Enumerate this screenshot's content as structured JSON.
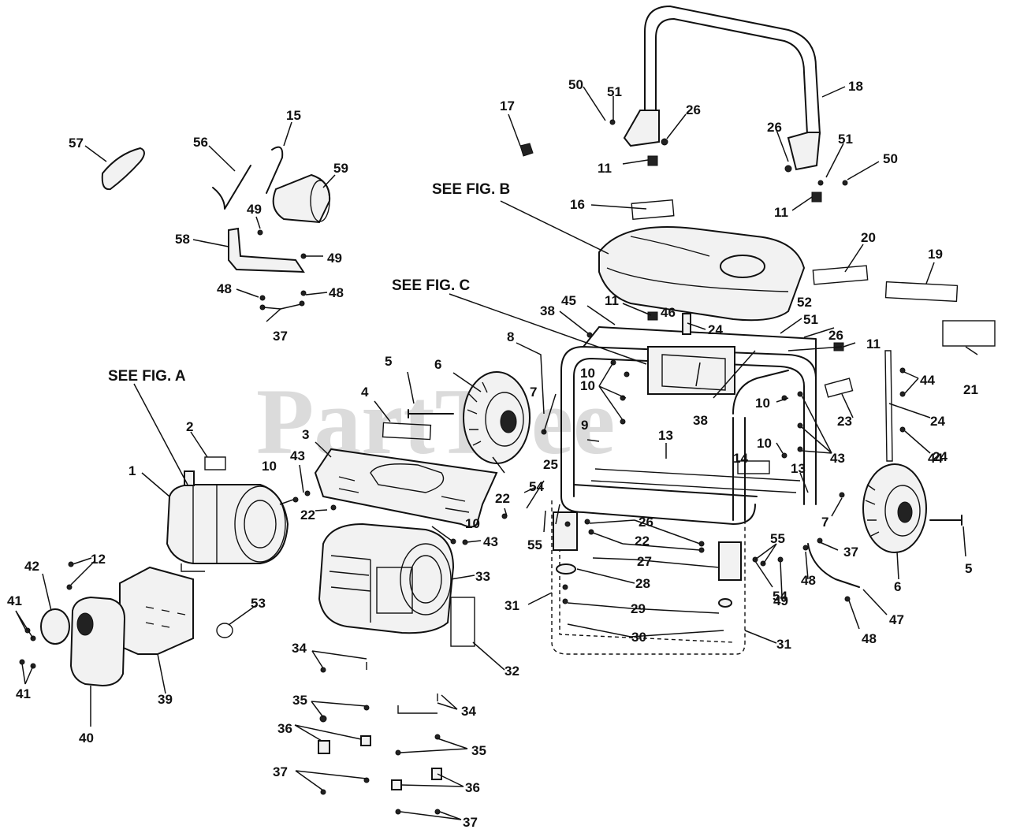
{
  "watermark": "PartTree",
  "fig_refs": [
    "SEE FIG. A",
    "SEE FIG. B",
    "SEE FIG. C"
  ],
  "labels": [
    "1",
    "2",
    "3",
    "4",
    "5",
    "5",
    "6",
    "6",
    "7",
    "7",
    "8",
    "9",
    "10",
    "10",
    "10",
    "10",
    "10",
    "10",
    "11",
    "11",
    "11",
    "11",
    "12",
    "13",
    "13",
    "14",
    "15",
    "16",
    "17",
    "18",
    "19",
    "20",
    "21",
    "22",
    "22",
    "22",
    "23",
    "24",
    "24",
    "24",
    "25",
    "26",
    "26",
    "26",
    "26",
    "27",
    "28",
    "29",
    "30",
    "31",
    "31",
    "32",
    "33",
    "34",
    "34",
    "35",
    "35",
    "36",
    "36",
    "37",
    "37",
    "37",
    "37",
    "38",
    "38",
    "39",
    "40",
    "41",
    "41",
    "42",
    "43",
    "43",
    "43",
    "44",
    "44",
    "45",
    "46",
    "47",
    "48",
    "48",
    "48",
    "48",
    "49",
    "49",
    "49",
    "50",
    "50",
    "51",
    "51",
    "51",
    "52",
    "53",
    "54",
    "54",
    "55",
    "55",
    "56",
    "57",
    "58",
    "59"
  ]
}
